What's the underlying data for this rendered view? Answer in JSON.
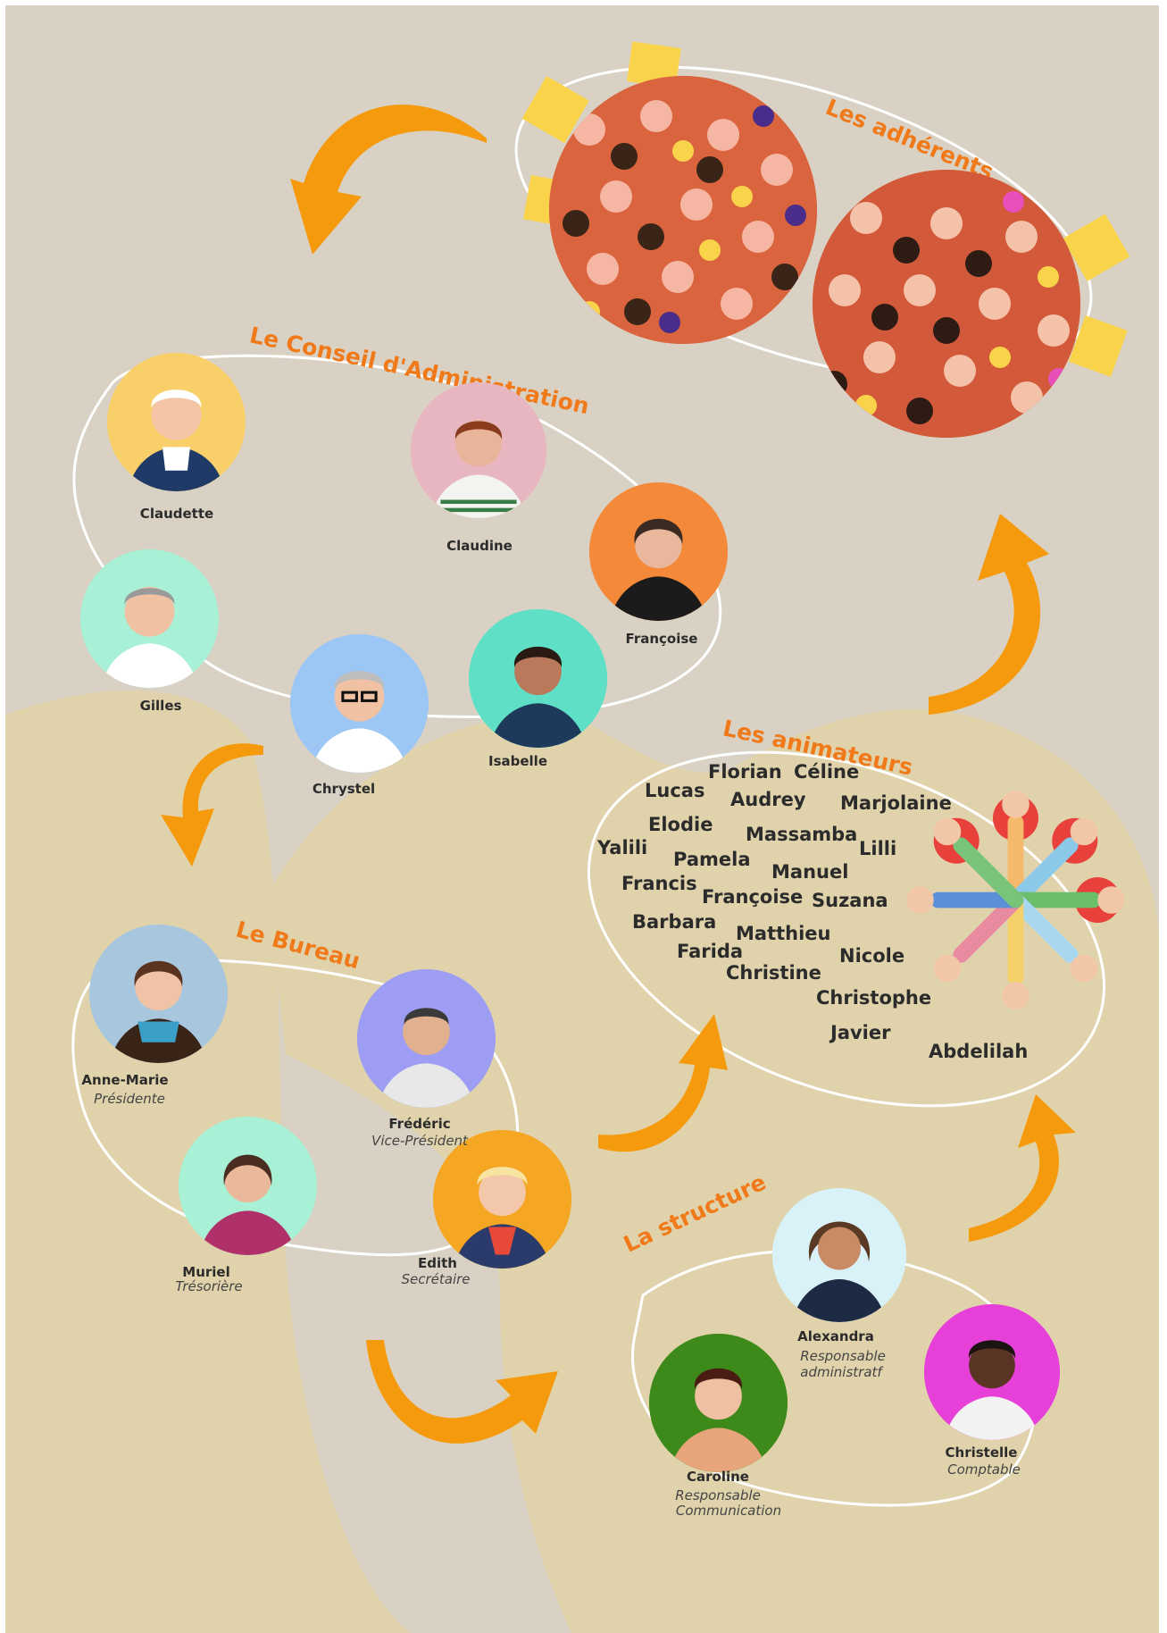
{
  "colors": {
    "background": "#d9d2c4",
    "blob": "#e0d3ac",
    "accent_orange": "#f07a1a",
    "arrow_orange": "#f59a0c",
    "ellipse_stroke": "#ffffff"
  },
  "groups": {
    "adherents": {
      "title": "Les adhérents"
    },
    "conseil": {
      "title": "Le Conseil d'Administration",
      "members": [
        {
          "name": "Claudette"
        },
        {
          "name": "Claudine"
        },
        {
          "name": "Françoise"
        },
        {
          "name": "Gilles"
        },
        {
          "name": "Chrystel"
        },
        {
          "name": "Isabelle"
        }
      ]
    },
    "bureau": {
      "title": "Le Bureau",
      "members": [
        {
          "name": "Anne-Marie",
          "role": "Présidente"
        },
        {
          "name": "Frédéric",
          "role": "Vice-Président"
        },
        {
          "name": "Muriel",
          "role": "Trésorière"
        },
        {
          "name": "Edith",
          "role": "Secrétaire"
        }
      ]
    },
    "animateurs": {
      "title": "Les animateurs",
      "names": [
        "Florian",
        "Céline",
        "Lucas",
        "Audrey",
        "Marjolaine",
        "Elodie",
        "Yalili",
        "Massamba",
        "Lilli",
        "Pamela",
        "Manuel",
        "Francis",
        "Françoise",
        "Suzana",
        "Barbara",
        "Matthieu",
        "Farida",
        "Nicole",
        "Christine",
        "Christophe",
        "Javier",
        "Abdelilah"
      ]
    },
    "structure": {
      "title": "La structure",
      "members": [
        {
          "name": "Alexandra",
          "role_line1": "Responsable",
          "role_line2": "administratf"
        },
        {
          "name": "Caroline",
          "role_line1": "Responsable",
          "role_line2": "Communication"
        },
        {
          "name": "Christelle",
          "role_line1": "Comptable",
          "role_line2": ""
        }
      ]
    }
  }
}
